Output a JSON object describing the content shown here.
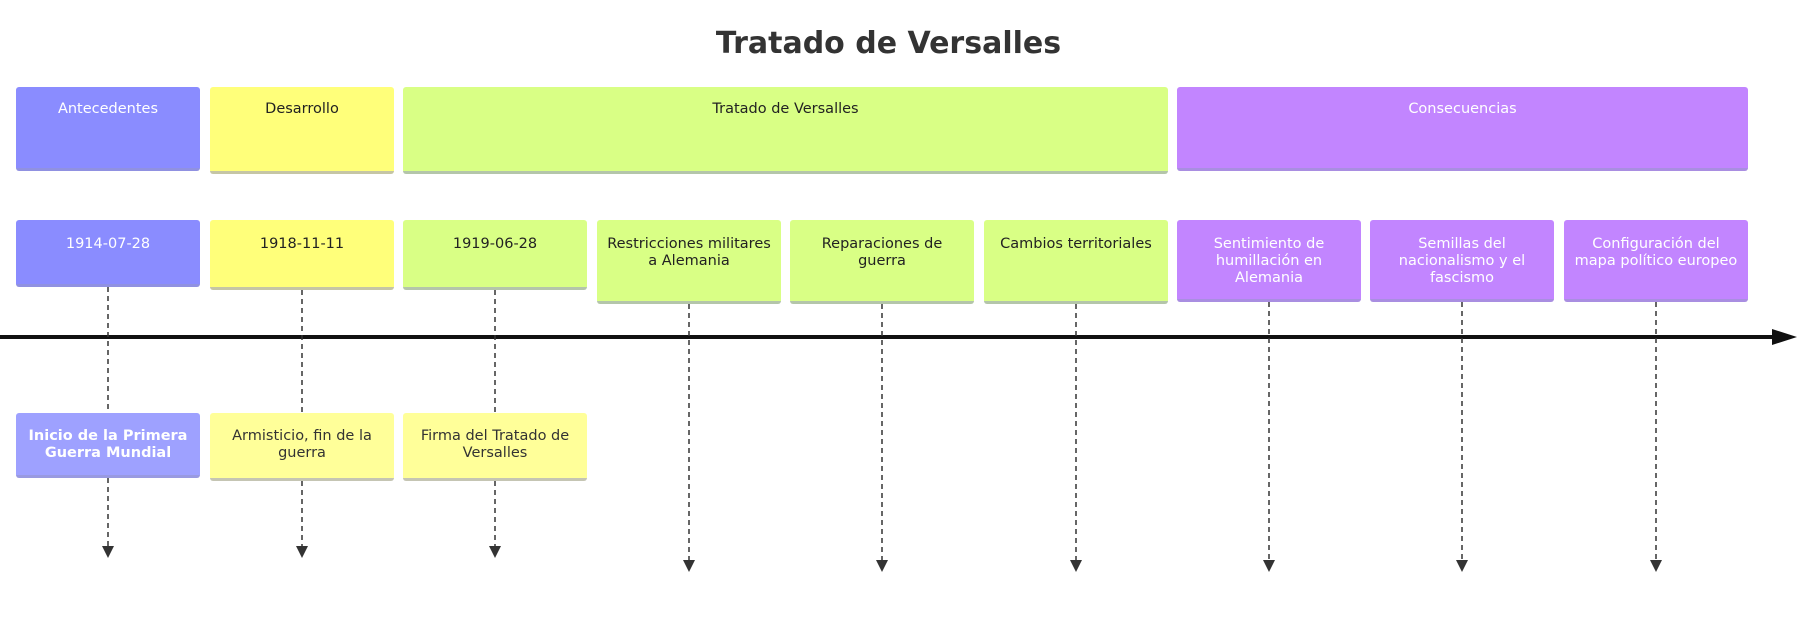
{
  "title": "Tratado de Versalles",
  "colors": {
    "antecedentes": "#8a8cff",
    "desarrollo": "#ffff7a",
    "tratado": "#d9ff85",
    "consecuencias": "#c285ff",
    "axis": "#111111"
  },
  "sections": [
    {
      "label": "Antecedentes"
    },
    {
      "label": "Desarrollo"
    },
    {
      "label": "Tratado de Versalles"
    },
    {
      "label": "Consecuencias"
    }
  ],
  "periods": [
    {
      "label": "1914-07-28",
      "section": 0,
      "events": [
        "Inicio de la Primera Guerra Mundial"
      ]
    },
    {
      "label": "1918-11-11",
      "section": 1,
      "events": [
        "Armisticio, fin de la guerra"
      ]
    },
    {
      "label": "1919-06-28",
      "section": 2,
      "events": [
        "Firma del Tratado de Versalles"
      ]
    },
    {
      "label": "Restricciones militares a Alemania",
      "section": 2,
      "events": []
    },
    {
      "label": "Reparaciones de guerra",
      "section": 2,
      "events": []
    },
    {
      "label": "Cambios territoriales",
      "section": 2,
      "events": []
    },
    {
      "label": "Sentimiento de humillación en Alemania",
      "section": 3,
      "events": []
    },
    {
      "label": "Semillas del nacionalismo y el fascismo",
      "section": 3,
      "events": []
    },
    {
      "label": "Configuración del mapa político europeo",
      "section": 3,
      "events": []
    }
  ]
}
